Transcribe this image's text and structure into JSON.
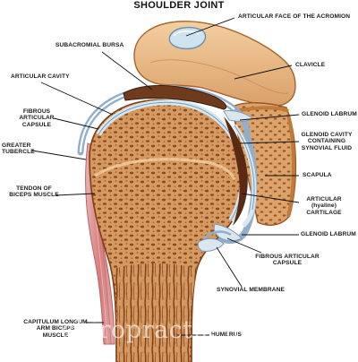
{
  "title": "SHOULDER JOINT",
  "watermark": "chiropractic-health",
  "colors": {
    "bone": "#d9a06a",
    "bone_dark": "#b06a2c",
    "bone_surface": "#f1c99a",
    "cartilage": "#cfe2ea",
    "membrane": "#8fa6c2",
    "cavity": "#5a2a14",
    "biceps_tendon": "#dd8e8e"
  },
  "labels": {
    "articular_face_acromion": "ARTICULAR FACE OF THE ACROMION",
    "subacromial_bursa": "SUBACROMIAL BURSA",
    "clavicle": "CLAVICLE",
    "articular_cavity": "ARTICULAR CAVITY",
    "fibrous_capsule_left": "FIBROUS ARTICULAR\nCAPSULE",
    "glenoid_labrum_top": "GLENOID LABRUM",
    "greater_tubercle": "GREATER\nTUBERCLE",
    "glenoid_cavity": "GLENOID CAVITY\nCONTAINING\nSYNOVIAL FLUID",
    "scapula": "SCAPULA",
    "tendon_biceps": "TENDON OF\nBICEPS MUSCLE",
    "articular_cartilage": "ARTICULAR\n(hyaline)\nCARTILAGE",
    "glenoid_labrum_bottom": "GLENOID LABRUM",
    "fibrous_capsule_right": "FIBROUS ARTICULAR\nCAPSULE",
    "synovial_membrane": "SYNOVIAL MEMBRANE",
    "long_head_biceps": "CAPITULUM LONGUM\nARM BICEPS\nMUSCLE",
    "humerus": "HUMERUS"
  }
}
